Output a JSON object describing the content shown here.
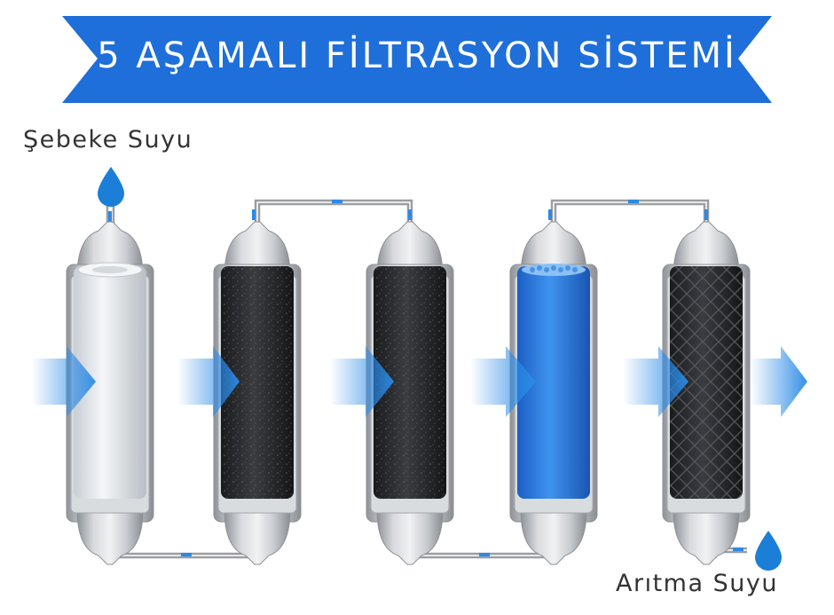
{
  "title": "5 AŞAMALI FİLTRASYON SİSTEMİ",
  "labels": {
    "input": "Şebeke Suyu",
    "output": "Arıtma Suyu"
  },
  "colors": {
    "banner": "#1e6fd9",
    "flow_arrow": "#2a8ae6",
    "water_drop": "#1b7fd8",
    "housing": "#b9bcc0",
    "pipe": "#9a9ea3"
  },
  "stages": [
    {
      "cartridge": "white-sediment",
      "color": "#e9ecef"
    },
    {
      "cartridge": "black-carbon-granular",
      "color": "#2b2d30"
    },
    {
      "cartridge": "black-carbon-granular",
      "color": "#2b2d30"
    },
    {
      "cartridge": "blue-membrane",
      "color": "#2f7fe0"
    },
    {
      "cartridge": "black-carbon-mesh",
      "color": "#26282b"
    }
  ]
}
